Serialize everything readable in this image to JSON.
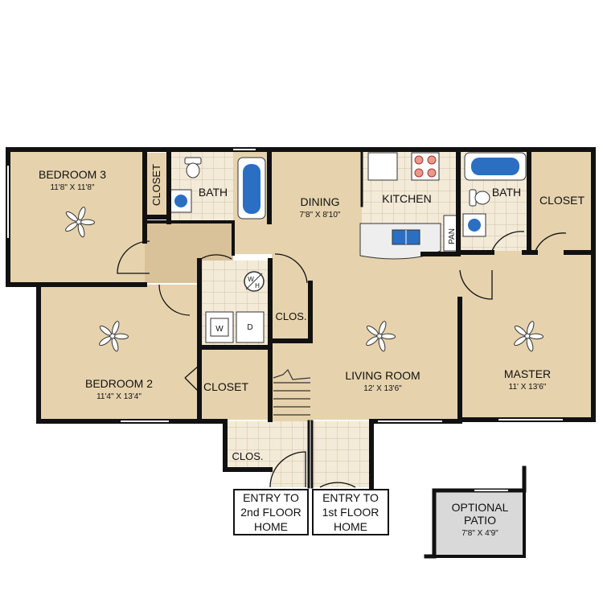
{
  "colors": {
    "floor": "#e6d3ad",
    "hall": "#d9c29a",
    "tile": "#f3ead8",
    "tile_line": "#d2c3a3",
    "wall": "#111111",
    "patio": "#d9d9d9",
    "fixture": "#ffffff",
    "tub_water": "#2b6fc2"
  },
  "rooms": {
    "bedroom3": {
      "label": "BEDROOM 3",
      "dim": "11'8\" X 11'8\""
    },
    "bath1": {
      "label": "BATH"
    },
    "closet_b3": {
      "label": "CLOSET"
    },
    "dining": {
      "label": "DINING",
      "dim": "7'8\" X 8'10\""
    },
    "kitchen": {
      "label": "KITCHEN"
    },
    "pan": {
      "label": "PAN"
    },
    "bath2": {
      "label": "BATH"
    },
    "closet_master": {
      "label": "CLOSET"
    },
    "bedroom2": {
      "label": "BEDROOM 2",
      "dim": "11'4\" X 13'4\""
    },
    "closet_b2": {
      "label": "CLOSET"
    },
    "clos_mid": {
      "label": "CLOS."
    },
    "clos_entry": {
      "label": "CLOS."
    },
    "living": {
      "label": "LIVING ROOM",
      "dim": "12' X 13'6\""
    },
    "master": {
      "label": "MASTER",
      "dim": "11' X 13'6\""
    },
    "patio": {
      "label_line1": "OPTIONAL",
      "label_line2": "PATIO",
      "dim": "7'8\" X 4'9\""
    }
  },
  "laundry": {
    "washer": "W",
    "dryer": "D",
    "wh_top": "W",
    "wh_bottom": "H"
  },
  "entries": {
    "second_floor": "ENTRY TO\n2nd FLOOR\nHOME",
    "first_floor": "ENTRY TO\n1st FLOOR\nHOME"
  }
}
